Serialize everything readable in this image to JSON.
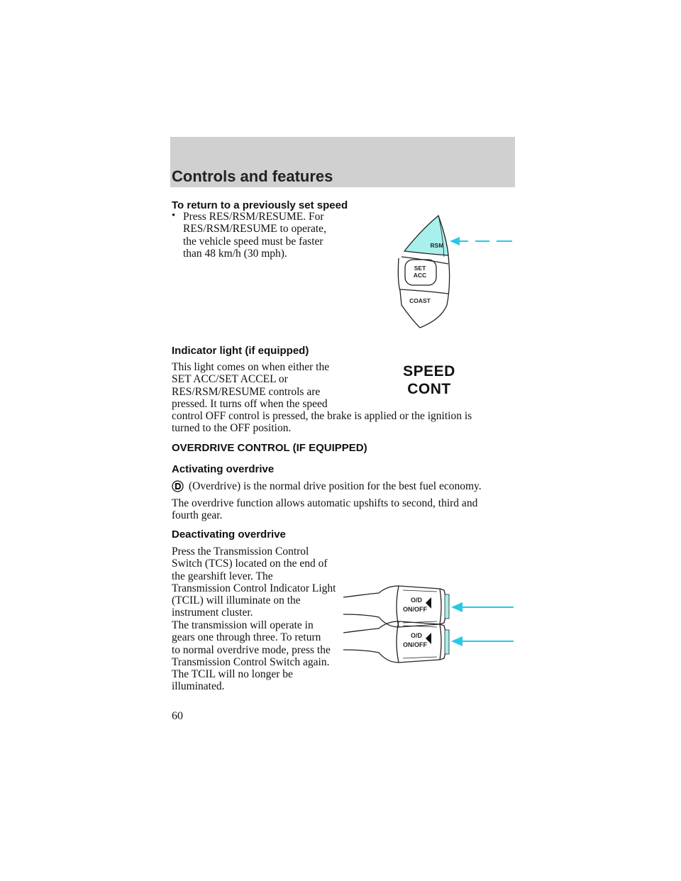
{
  "header": {
    "title": "Controls and features"
  },
  "resume": {
    "heading": "To return to a previously set speed",
    "bullet": "•",
    "lines": [
      "Press RES/RSM/RESUME. For",
      "RES/RSM/RESUME to operate,",
      "the vehicle speed must be faster",
      "than 48 km/h (30 mph)."
    ]
  },
  "cruise_switch": {
    "labels": {
      "rsm": "RSM",
      "set": "SET",
      "acc": "ACC",
      "coast": "COAST"
    },
    "highlight_color": "#a8f0ec",
    "arrow_color": "#27c9e4"
  },
  "indicator": {
    "heading": "Indicator light (if equipped)",
    "lines": [
      "This light comes on when either the",
      "SET ACC/SET ACCEL or",
      "RES/RSM/RESUME controls are",
      "pressed. It turns off when the speed",
      "control OFF control is pressed, the brake is applied or the ignition is",
      "turned to the OFF position."
    ],
    "lamp_line1": "SPEED",
    "lamp_line2": "CONT"
  },
  "overdrive": {
    "heading": "OVERDRIVE CONTROL (IF EQUIPPED)",
    "activating_heading": "Activating overdrive",
    "icon": "overdrive-d-icon",
    "activating_text": "(Overdrive) is the normal drive position for the best fuel economy.",
    "function_lines": [
      "The overdrive function allows automatic upshifts to second, third and",
      "fourth gear."
    ],
    "deactivating_heading": "Deactivating overdrive",
    "deactivating_lines": [
      "Press the Transmission Control",
      "Switch (TCS) located on the end of",
      "the gearshift lever. The",
      "Transmission Control Indicator Light",
      "(TCIL) will illuminate on the",
      "instrument cluster."
    ],
    "return_lines": [
      "The transmission will operate in",
      "gears one through three. To return",
      "to normal overdrive mode, press the",
      "Transmission Control Switch again.",
      "The TCIL will no longer be",
      "illuminated."
    ],
    "switch_label_1": "O/D",
    "switch_label_2": "ON/OFF"
  },
  "page_number": "60"
}
